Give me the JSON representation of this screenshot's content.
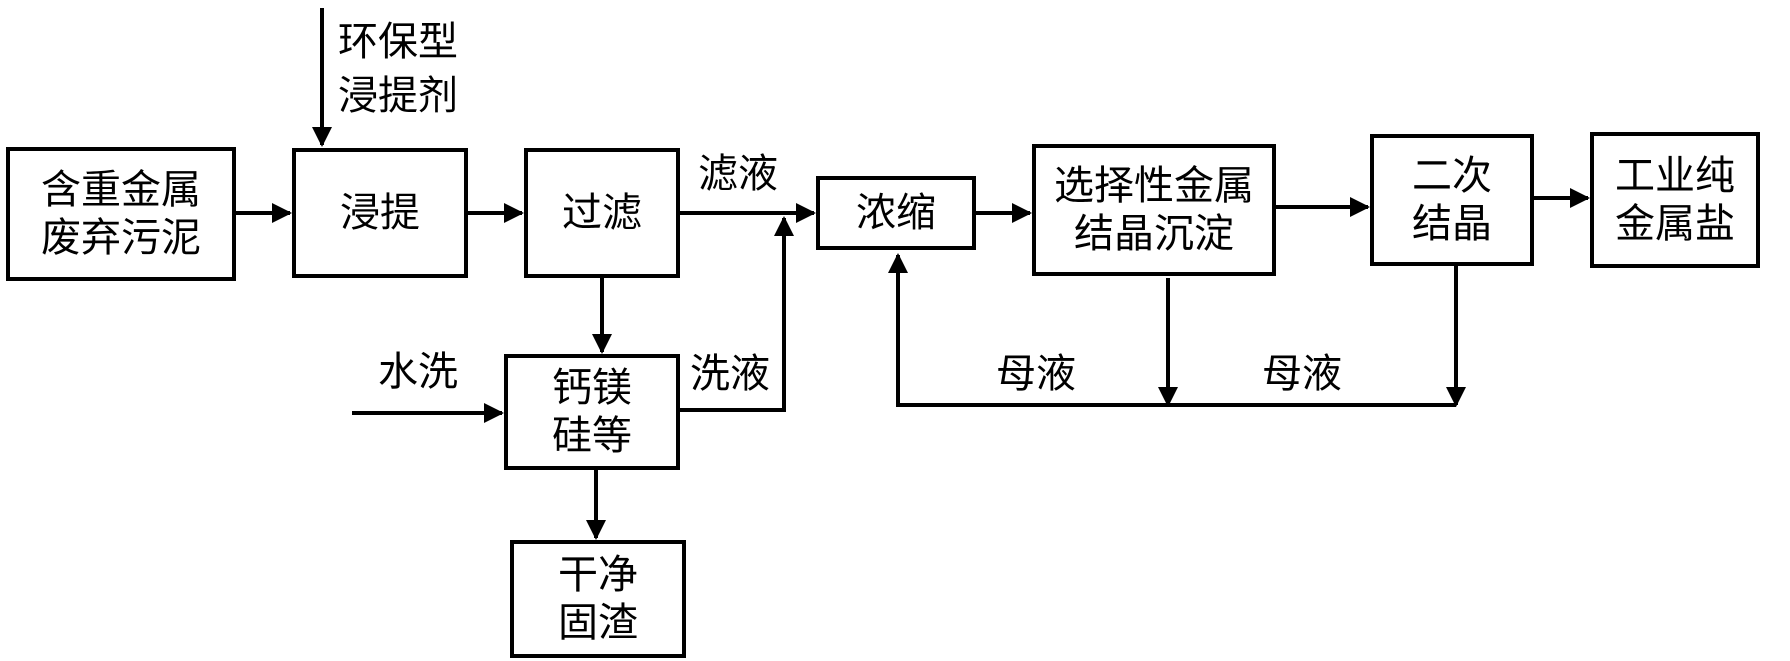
{
  "nodes": {
    "sludge": {
      "line1": "含重金属",
      "line2": "废弃污泥"
    },
    "leach": {
      "label": "浸提"
    },
    "filter": {
      "label": "过滤"
    },
    "concentrate": {
      "label": "浓缩"
    },
    "precipitate": {
      "line1": "选择性金属",
      "line2": "结晶沉淀"
    },
    "recrystal": {
      "line1": "二次",
      "line2": "结晶"
    },
    "product": {
      "line1": "工业纯",
      "line2": "金属盐"
    },
    "residue": {
      "line1": "钙镁",
      "line2": "硅等"
    },
    "clean": {
      "line1": "干净",
      "line2": "固渣"
    }
  },
  "labels": {
    "reagent_line1": "环保型",
    "reagent_line2": "浸提剂",
    "filtrate": "滤液",
    "wash_water": "水洗",
    "wash_liquid": "洗液",
    "mother_liquor_1": "母液",
    "mother_liquor_2": "母液"
  },
  "colors": {
    "line": "#000000",
    "background": "#ffffff"
  }
}
